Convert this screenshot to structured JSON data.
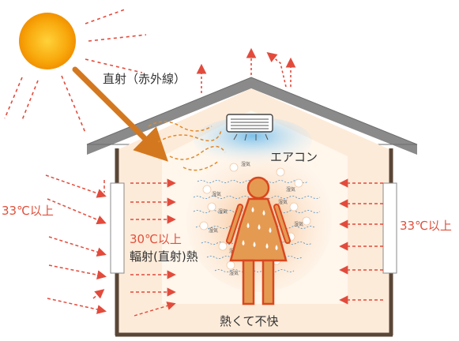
{
  "labels": {
    "direct_sun": "直射（赤外線）",
    "aircon": "エアコン",
    "outside_temp": "33℃以上",
    "outside_temp_right": "33℃以上",
    "inner_temp": "30℃以上",
    "radiant_heat": "輻射(直射)熱",
    "uncomfortable": "熱くて不快",
    "vapor": "湿気"
  },
  "colors": {
    "sun": "#f6a000",
    "heat_arrow": "#e24b3c",
    "direct_ray": "#d4781f",
    "roof": "#8a8a8a",
    "wall": "#5a4636",
    "interior": "#fdebd9",
    "cool_air": "#9cd0ef",
    "person": "#e59a52",
    "accent_text": "#e0503c"
  }
}
